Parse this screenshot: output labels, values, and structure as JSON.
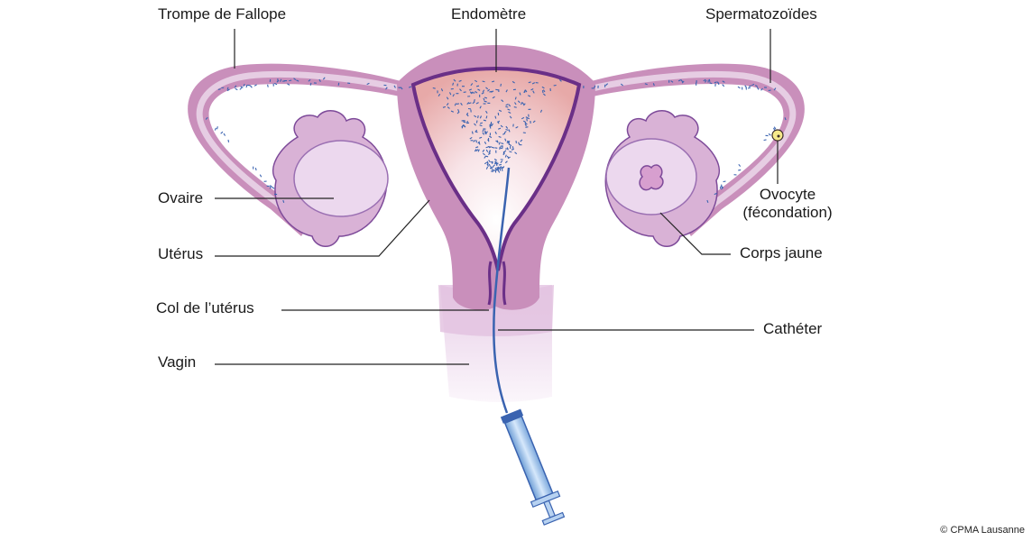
{
  "labels": {
    "fallopian_tube": "Trompe de Fallope",
    "endometrium": "Endomètre",
    "sperm": "Spermatozoïdes",
    "ovary": "Ovaire",
    "uterus": "Utérus",
    "cervix": "Col de l’utérus",
    "vagina": "Vagin",
    "oocyte_line1": "Ovocyte",
    "oocyte_line2": "(fécondation)",
    "corpus_luteum": "Corps jaune",
    "catheter": "Cathéter"
  },
  "credit": "© CPMA Lausanne",
  "colors": {
    "tissue": "#c98fbb",
    "tissue_light": "#e6cde3",
    "cavity": "#f4dce2",
    "membrane": "#6a2f87",
    "sperm": "#3a63b0",
    "catheter": "#3a63b0",
    "syringe": "#9ec4ec"
  }
}
